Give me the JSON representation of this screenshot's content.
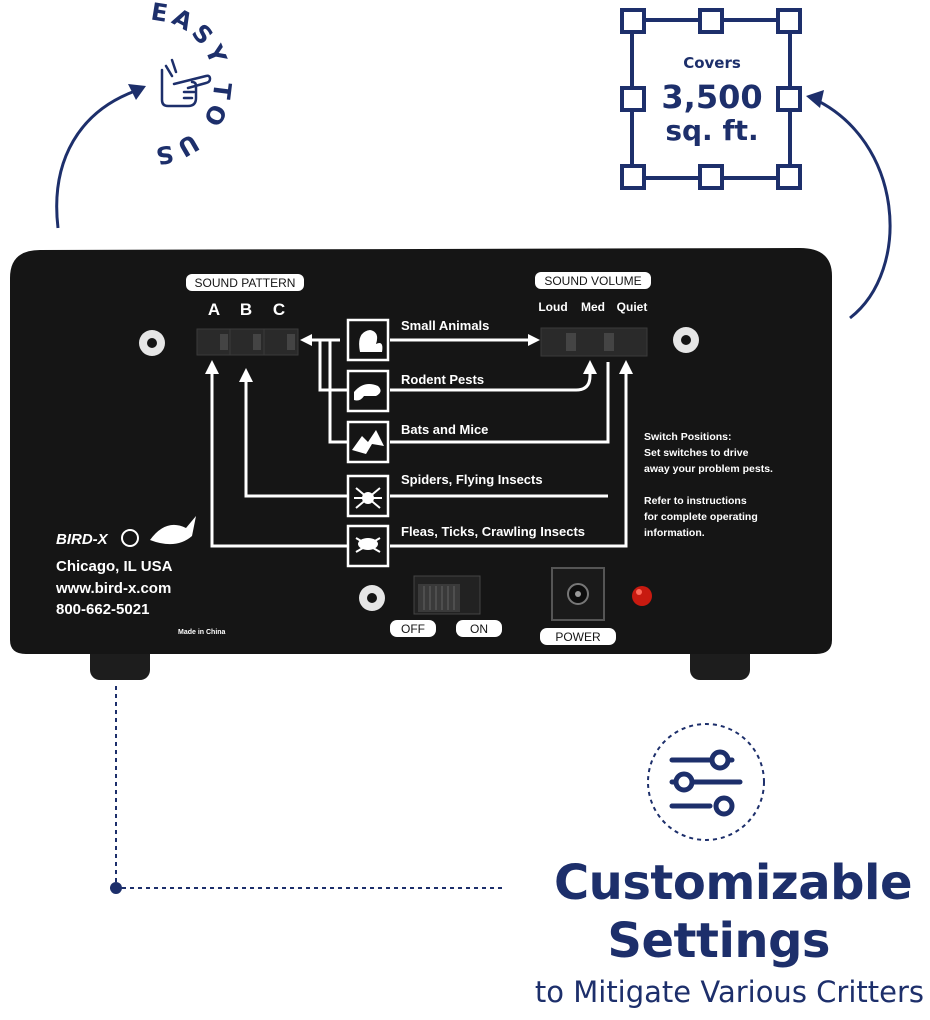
{
  "badge_easy": "EASY TO USE",
  "coverage": {
    "line1": "Covers",
    "line2": "3,500",
    "line3": "sq. ft."
  },
  "device": {
    "sound_pattern_label": "SOUND PATTERN",
    "pattern_switches": [
      "A",
      "B",
      "C"
    ],
    "sound_volume_label": "SOUND VOLUME",
    "volume_switches": [
      "Loud",
      "Med",
      "Quiet"
    ],
    "pests": [
      "Small Animals",
      "Rodent Pests",
      "Bats and Mice",
      "Spiders, Flying Insects",
      "Fleas, Ticks, Crawling Insects"
    ],
    "instructions": [
      "Switch Positions:",
      "Set switches to drive",
      "away your problem pests.",
      "",
      "Refer to instructions",
      "for complete operating",
      "information."
    ],
    "brand": "BIRD-X",
    "address": [
      "Chicago, IL USA",
      "www.bird-x.com",
      "800-662-5021"
    ],
    "made_in": "Made in China",
    "power_switch": {
      "off": "OFF",
      "on": "ON"
    },
    "power_label": "POWER"
  },
  "headline": {
    "line1": "Customizable",
    "line2": "Settings",
    "subline": "to Mitigate Various Critters"
  },
  "colors": {
    "navy": "#1d2f6b",
    "device_body": "#151515",
    "led": "#c81a10"
  }
}
